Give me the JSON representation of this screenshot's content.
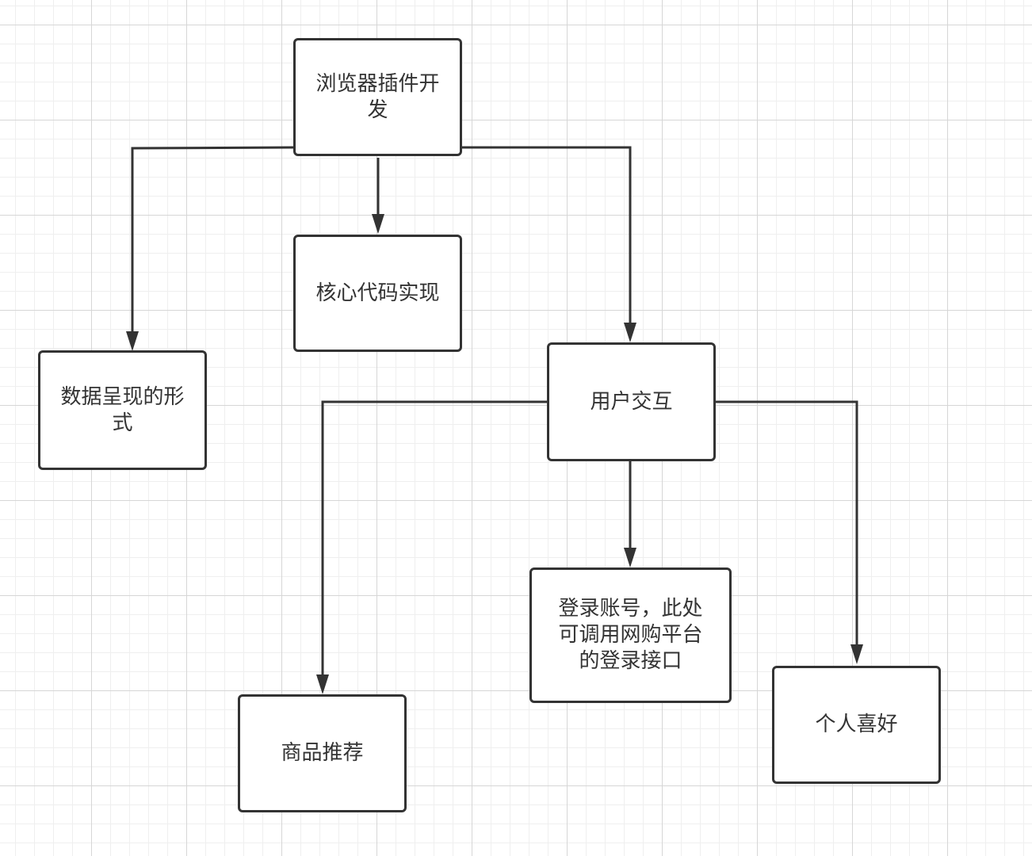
{
  "nodes": {
    "browser_plugin": {
      "label": "浏览器插件开发"
    },
    "core_code": {
      "label": "核心代码实现"
    },
    "data_display": {
      "label": "数据呈现的形式"
    },
    "user_interaction": {
      "label": "用户交互"
    },
    "product_recommendation": {
      "label": "商品推荐"
    },
    "login_account": {
      "label": "登录账号，此处可调用网购平台的登录接口"
    },
    "personal_preference": {
      "label": "个人喜好"
    }
  },
  "edges": [
    {
      "from": "browser_plugin",
      "to": "data_display"
    },
    {
      "from": "browser_plugin",
      "to": "core_code"
    },
    {
      "from": "browser_plugin",
      "to": "user_interaction"
    },
    {
      "from": "user_interaction",
      "to": "product_recommendation"
    },
    {
      "from": "user_interaction",
      "to": "login_account"
    },
    {
      "from": "user_interaction",
      "to": "personal_preference"
    }
  ],
  "colors": {
    "stroke": "#333333",
    "node_fill": "#ffffff",
    "grid_major": "#d6d6d6",
    "grid_minor": "#efefef"
  }
}
